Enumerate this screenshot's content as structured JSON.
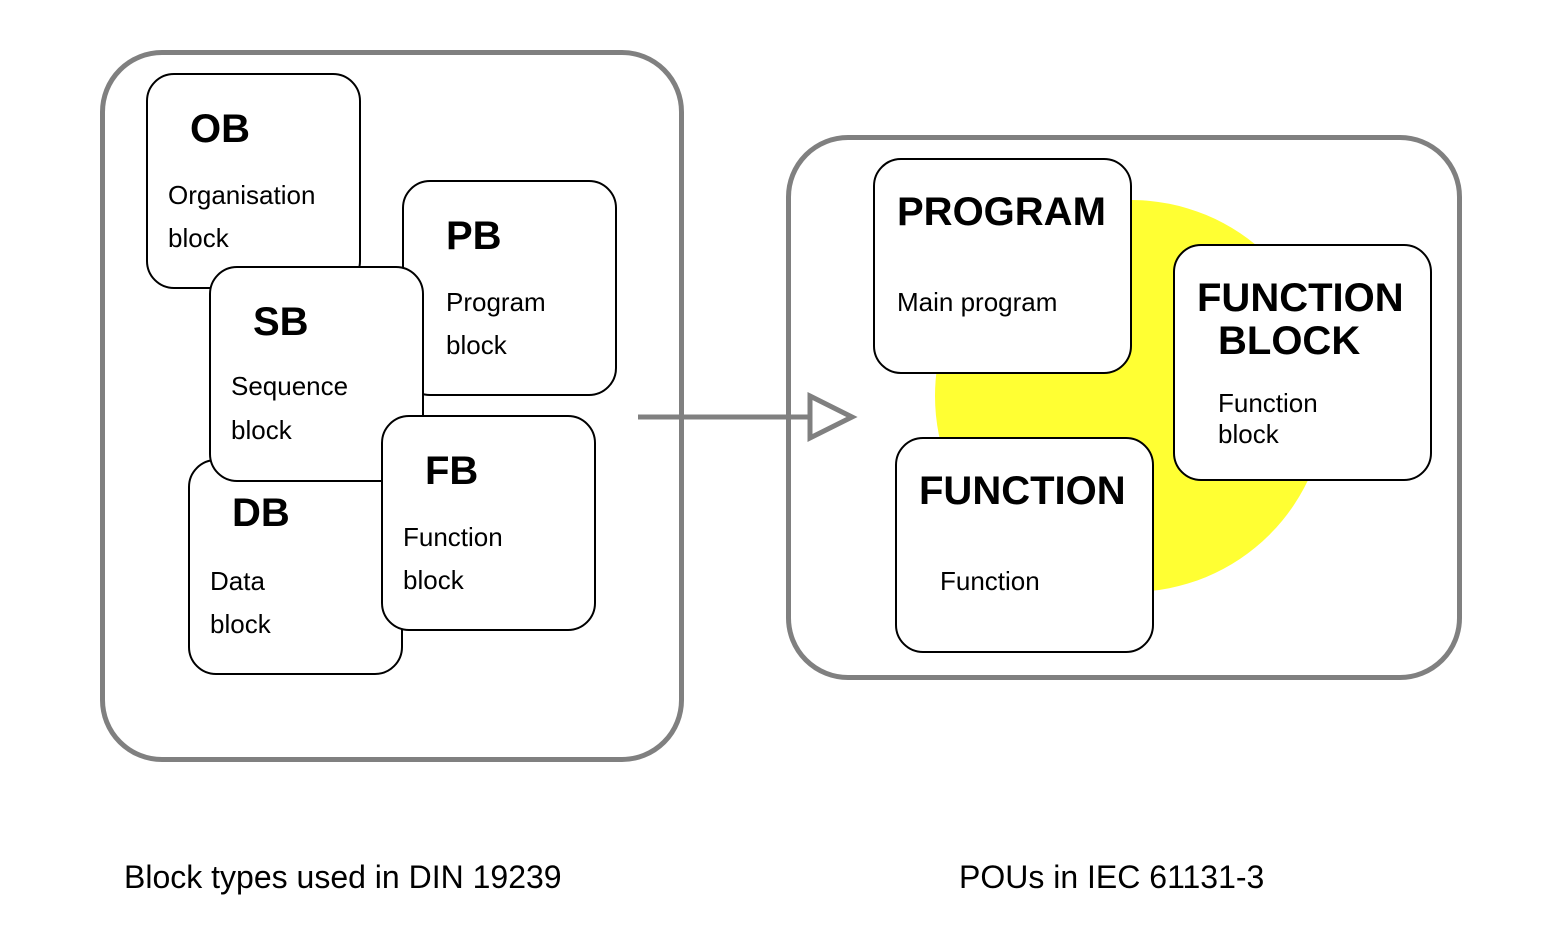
{
  "left_group": {
    "caption": "Block types used in DIN 19239",
    "blocks": {
      "ob": {
        "abbr": "OB",
        "desc_1": "Organisation",
        "desc_2": "block"
      },
      "pb": {
        "abbr": "PB",
        "desc_1": "Program",
        "desc_2": "block"
      },
      "sb": {
        "abbr": "SB",
        "desc_1": "Sequence",
        "desc_2": "block"
      },
      "db": {
        "abbr": "DB",
        "desc_1": "Data",
        "desc_2": "block"
      },
      "fb": {
        "abbr": "FB",
        "desc_1": "Function",
        "desc_2": "block"
      }
    }
  },
  "right_group": {
    "caption": "POUs in IEC 61131-3",
    "blocks": {
      "program": {
        "title": "PROGRAM",
        "desc": "Main program"
      },
      "function_block": {
        "title_1": "FUNCTION",
        "title_2": "BLOCK",
        "desc_1": "Function",
        "desc_2": "block"
      },
      "function": {
        "title": "FUNCTION",
        "desc": "Function"
      }
    }
  },
  "colors": {
    "frame": "#808080",
    "highlight": "#ffff33",
    "block_border": "#000000"
  }
}
